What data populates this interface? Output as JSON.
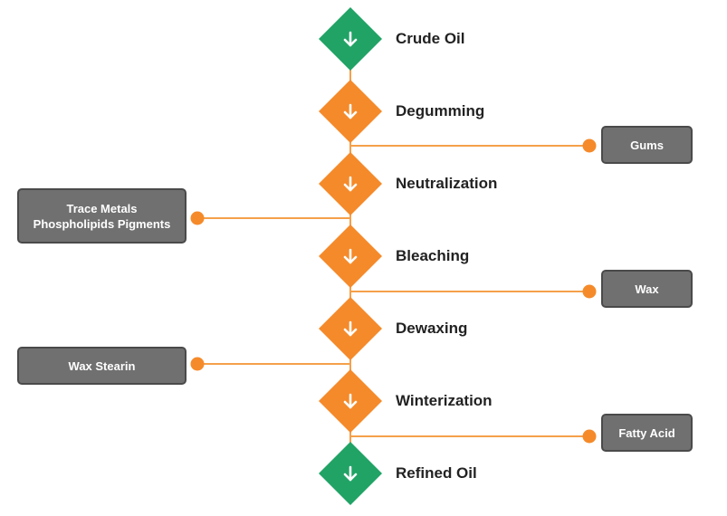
{
  "colors": {
    "start_end": "#21a366",
    "process": "#f58a2a",
    "connector": "#f5a04a",
    "box_fill": "#707070",
    "box_border": "#4a4a4a"
  },
  "icons": {
    "step_icon": "arrow-down-icon"
  },
  "steps": [
    {
      "label": "Crude Oil",
      "kind": "start_end"
    },
    {
      "label": "Degumming",
      "kind": "process"
    },
    {
      "label": "Neutralization",
      "kind": "process"
    },
    {
      "label": "Bleaching",
      "kind": "process"
    },
    {
      "label": "Dewaxing",
      "kind": "process"
    },
    {
      "label": "Winterization",
      "kind": "process"
    },
    {
      "label": "Refined Oil",
      "kind": "start_end"
    }
  ],
  "byproducts": [
    {
      "lines": [
        "Gums"
      ],
      "side": "right",
      "after_step": "Degumming"
    },
    {
      "lines": [
        "Trace Metals",
        "Phospholipids Pigments"
      ],
      "side": "left",
      "after_step": "Neutralization"
    },
    {
      "lines": [
        "Wax"
      ],
      "side": "right",
      "after_step": "Bleaching"
    },
    {
      "lines": [
        "Wax Stearin"
      ],
      "side": "left",
      "after_step": "Dewaxing"
    },
    {
      "lines": [
        "Fatty Acid"
      ],
      "side": "right",
      "after_step": "Winterization"
    }
  ]
}
